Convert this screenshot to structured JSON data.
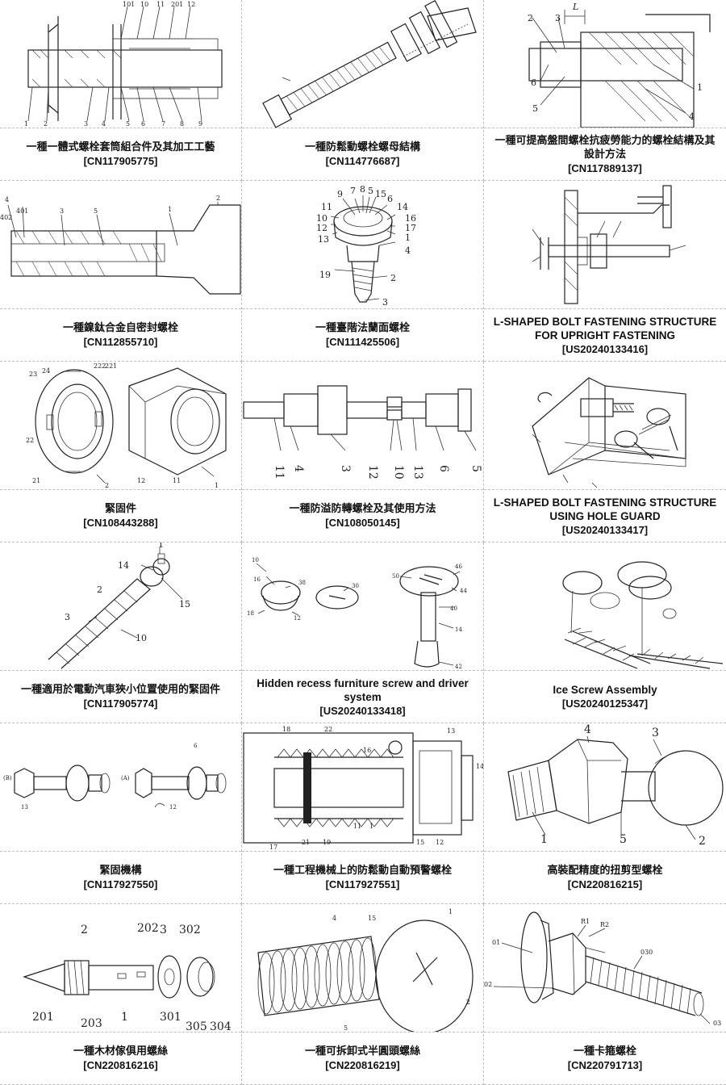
{
  "items": [
    {
      "title": "一種一體式螺栓套筒組合件及其加工工藝",
      "code": "[CN117905775]"
    },
    {
      "title": "一種防鬆動螺栓螺母結構",
      "code": "[CN114776687]"
    },
    {
      "title": "一種可提高盤間螺栓抗疲勞能力的螺栓結構及其設計方法",
      "code": "[CN117889137]"
    },
    {
      "title": "一種鎳鈦合金自密封螺栓",
      "code": "[CN112855710]"
    },
    {
      "title": "一種臺階法蘭面螺栓",
      "code": "[CN111425506]"
    },
    {
      "title": "L-SHAPED BOLT FASTENING STRUCTURE FOR UPRIGHT FASTENING",
      "code": "[US20240133416]"
    },
    {
      "title": "緊固件",
      "code": "[CN108443288]"
    },
    {
      "title": "一種防溢防轉螺栓及其使用方法",
      "code": "[CN108050145]"
    },
    {
      "title": "L-SHAPED BOLT FASTENING STRUCTURE USING HOLE GUARD",
      "code": "[US20240133417]"
    },
    {
      "title": "一種適用於電動汽車狹小位置使用的緊固件",
      "code": "[CN117905774]"
    },
    {
      "title": "Hidden recess furniture screw and driver system",
      "code": "[US20240133418]"
    },
    {
      "title": "Ice Screw Assembly",
      "code": "[US20240125347]"
    },
    {
      "title": "緊固機構",
      "code": "[CN117927550]"
    },
    {
      "title": "一種工程機械上的防鬆動自動預警螺栓",
      "code": "[CN117927551]"
    },
    {
      "title": "高裝配精度的扭剪型螺栓",
      "code": "[CN220816215]"
    },
    {
      "title": "一種木材傢俱用螺絲",
      "code": "[CN220816216]"
    },
    {
      "title": "一種可拆卸式半圓頭螺絲",
      "code": "[CN220816219]"
    },
    {
      "title": "一種卡箍螺栓",
      "code": "[CN220791713]"
    }
  ],
  "figure_labels": {
    "f1": [
      "1",
      "2",
      "3",
      "4",
      "5",
      "6",
      "7",
      "8",
      "9",
      "101",
      "10",
      "11",
      "201",
      "12"
    ],
    "f3": [
      "L",
      "2",
      "3",
      "6",
      "5",
      "1",
      "4"
    ],
    "f4": [
      "4",
      "402",
      "401",
      "3",
      "5",
      "1",
      "2"
    ],
    "f5": [
      "9",
      "7",
      "8",
      "5",
      "15",
      "6",
      "11",
      "14",
      "10",
      "16",
      "12",
      "17",
      "13",
      "1",
      "4",
      "19",
      "2",
      "3"
    ],
    "f7": [
      "24",
      "23",
      "222",
      "221",
      "22",
      "21",
      "12",
      "11",
      "2",
      "1"
    ],
    "f8": [
      "11",
      "4",
      "3",
      "12",
      "10",
      "13",
      "6",
      "5"
    ],
    "f10": [
      "1",
      "14",
      "2",
      "15",
      "3",
      "10"
    ],
    "f11": [
      "10",
      "16",
      "38",
      "30",
      "18",
      "12",
      "50",
      "46",
      "44",
      "40",
      "14",
      "42"
    ],
    "f13": [
      "(B)",
      "(A)",
      "13",
      "12",
      "6"
    ],
    "f14": [
      "18",
      "22",
      "16",
      "13",
      "14",
      "17",
      "21",
      "19",
      "11",
      "1",
      "15",
      "12"
    ],
    "f15": [
      "4",
      "3",
      "1",
      "5",
      "2"
    ],
    "f16": [
      "2",
      "202",
      "3",
      "302",
      "201",
      "203",
      "1",
      "301",
      "305",
      "304"
    ],
    "f17": [
      "4",
      "15",
      "1",
      "2",
      "5"
    ],
    "f18": [
      "01",
      "R1",
      "R2",
      "030",
      "02",
      "03"
    ]
  }
}
